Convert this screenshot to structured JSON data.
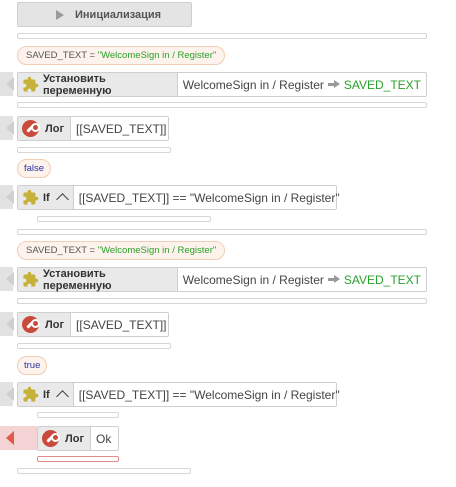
{
  "init": {
    "label": "Инициализация"
  },
  "assign1": {
    "var": "SAVED_TEXT",
    "eq": " = ",
    "value": "\"WelcomeSign in / Register\""
  },
  "set1": {
    "label": "Установить переменную",
    "value": "WelcomeSign in / Register",
    "target": "SAVED_TEXT"
  },
  "log1": {
    "label": "Лог",
    "value": "[[SAVED_TEXT]]"
  },
  "result1": {
    "label": "false"
  },
  "if1": {
    "label": "If",
    "condition": "[[SAVED_TEXT]] == \"WelcomeSign in / Register\""
  },
  "assign2": {
    "var": "SAVED_TEXT",
    "eq": " = ",
    "value": "\"WelcomeSign in / Register\""
  },
  "set2": {
    "label": "Установить переменную",
    "value": "WelcomeSign in / Register",
    "target": "SAVED_TEXT"
  },
  "log2": {
    "label": "Лог",
    "value": "[[SAVED_TEXT]]"
  },
  "result2": {
    "label": "true"
  },
  "if2": {
    "label": "If",
    "condition": "[[SAVED_TEXT]] == \"WelcomeSign in / Register\""
  },
  "log3": {
    "label": "Лог",
    "value": "Ok"
  },
  "colors": {
    "accent_green": "#2aa12a",
    "error_red": "#c94a3a",
    "value_blue": "#2a33a8"
  },
  "icons": [
    "play-icon",
    "puzzle-icon",
    "wrench-icon",
    "arrow-right-icon",
    "chevron-up-icon"
  ]
}
